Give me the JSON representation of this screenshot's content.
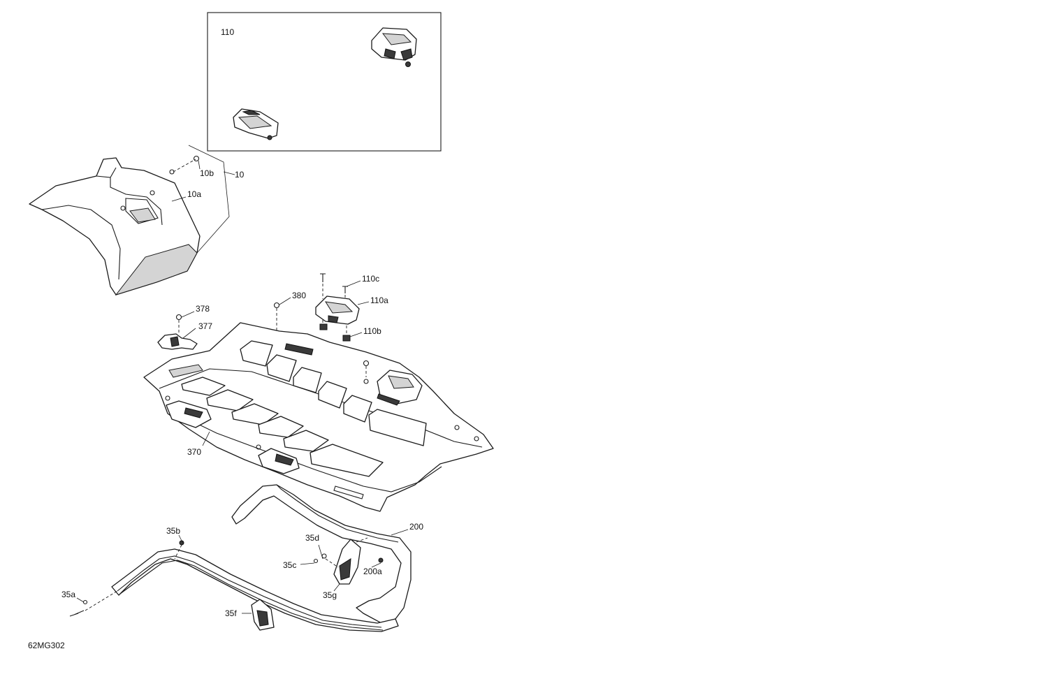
{
  "diagram": {
    "drawing_code": "62MG302",
    "callouts": {
      "c110": "110",
      "c10": "10",
      "c10a": "10a",
      "c10b": "10b",
      "c110a": "110a",
      "c110b": "110b",
      "c110c": "110c",
      "c370": "370",
      "c377": "377",
      "c378": "378",
      "c380": "380",
      "c200": "200",
      "c200a": "200a",
      "c35a": "35a",
      "c35b": "35b",
      "c35c": "35c",
      "c35d": "35d",
      "c35f": "35f",
      "c35g": "35g"
    }
  },
  "colors": {
    "line": "#1a1a1a",
    "shade": "#d4d4d4",
    "dark": "#3a3a3a",
    "background": "#ffffff"
  }
}
